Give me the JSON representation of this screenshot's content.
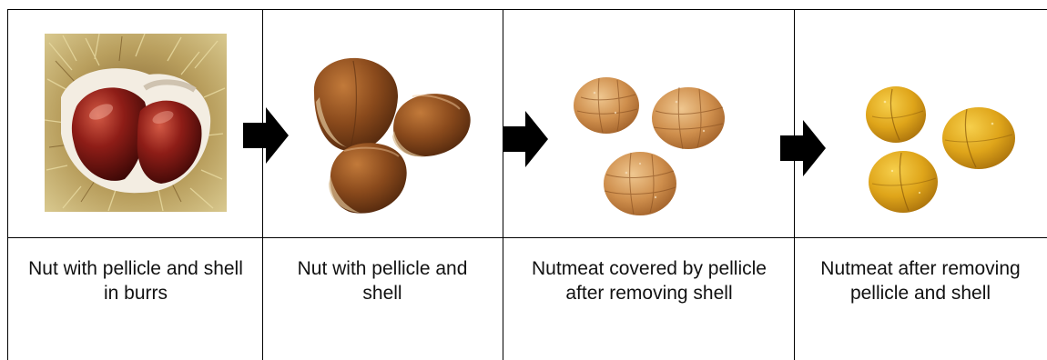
{
  "steps": [
    {
      "caption": "Nut with pellicle and shell in burrs",
      "image": "chestnut-in-burr"
    },
    {
      "caption": "Nut with pellicle and shell",
      "image": "chestnuts-with-shell"
    },
    {
      "caption": "Nutmeat covered by pellicle after removing shell",
      "image": "nutmeat-with-pellicle"
    },
    {
      "caption": "Nutmeat after removing pellicle and shell",
      "image": "peeled-nutmeat"
    }
  ],
  "arrow_icon": "right-arrow-icon",
  "colors": {
    "shell": "#7a3f1a",
    "shell_light": "#b8733a",
    "pellicle": "#d6a15a",
    "nutmeat": "#e3a91c",
    "burr": "#c9b36a"
  }
}
